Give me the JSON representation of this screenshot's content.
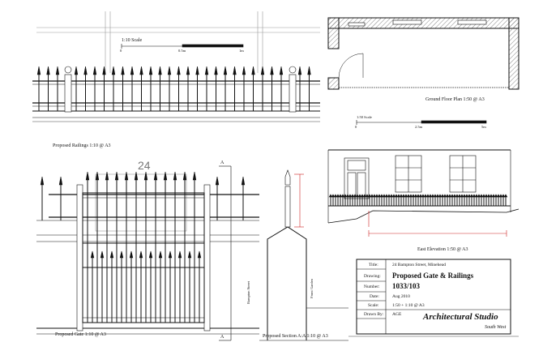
{
  "labels": {
    "railings_scale": "1:10 Scale",
    "railings_scale_0": "0",
    "railings_scale_mid": "0.5m",
    "railings_scale_end": "1m",
    "railings_caption": "Proposed Railings 1:10 @ A3",
    "gate_number": "24",
    "gate_caption": "Proposed Gate 1:10 @ A3",
    "section_marker": "A",
    "section_caption": "Proposed Section A:A 1:10 @ A3",
    "street_left": "Bampton Street",
    "street_right": "Front Garden",
    "plan_caption": "Ground Floor Plan 1:50 @ A3",
    "plan_scale": "1:50 Scale",
    "plan_scale_0": "0",
    "plan_scale_mid": "2.5m",
    "plan_scale_end": "5m",
    "elevation_caption": "East Elevation 1:50 @ A3"
  },
  "title_block": {
    "title_label": "Title:",
    "title_value": "24 Bampton Street, Minehead",
    "drawing_label": "Drawing:",
    "drawing_value": "Proposed Gate & Railings",
    "number_label": "Number:",
    "number_value": "1033/103",
    "date_label": "Date:",
    "date_value": "Aug 2010",
    "scale_label": "Scale:",
    "scale_value": "1:50 + 1:10 @ A3",
    "drawn_label": "Drawn By:",
    "drawn_value": "AGE",
    "studio_name": "Architectural Studio",
    "studio_region": "South West"
  },
  "colors": {
    "line": "#111111",
    "dimension": "#cc2222",
    "background": "#ffffff"
  }
}
